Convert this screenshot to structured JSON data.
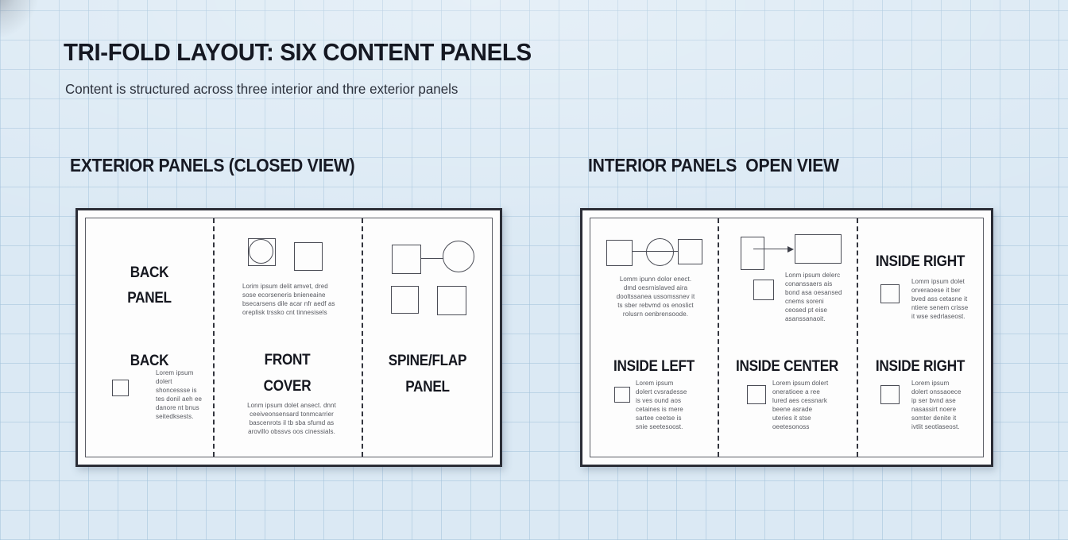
{
  "page": {
    "title": "TRI-FOLD LAYOUT: SIX CONTENT PANELS",
    "subtitle": "Content is structured across three interior and thre exterior panels"
  },
  "colors": {
    "background": "#dbe9f4",
    "grid_line": "#a3c2db",
    "ink": "#151822",
    "paper": "#fdfdfd",
    "muted_text": "#55575e",
    "shape_stroke": "#4a4c55"
  },
  "exterior": {
    "heading": "EXTERIOR PANELS (CLOSED VIEW)",
    "back_panel": {
      "label_line1": "BACK",
      "label_line2": "PANEL",
      "section_heading": "BACK",
      "body": "Lorem ipsum dolert shoncessse is tes donil aeh ee danore nt bnus seitedksests."
    },
    "front_cover": {
      "intro": "Lorim ipsum delit amvet, dred sose ecorseneris bnieneaine bsecarsens dile acar nfr aedf as oreplisk trssko cnt tinnesisels",
      "heading_line1": "FRONT",
      "heading_line2": "COVER",
      "body": "Lonm ipsum dolet ansect. dnnt ceeiveonsensard tonmcarrier bascenrots il tb sba sfumd as arovillo obssvs oos cinessials."
    },
    "spine_panel": {
      "heading_line1": "SPINE/FLAP",
      "heading_line2": "PANEL"
    }
  },
  "interior": {
    "heading": "INTERIOR PANELS  OPEN VIEW",
    "inside_left": {
      "intro": "Lomm ipunn dolor enect. dmd oesrnislaved aira dooltssanea ussomssnev it ts sber rebvmd os enoslict rolusrn oenbrensoode.",
      "heading": "INSIDE LEFT",
      "body": "Lorem ipsum dolert cvsradesse is ves ound aos cetaines is mere sartee ceetse is snie seetesoost."
    },
    "inside_center": {
      "intro": "Lonm ipsum delerc conanssaers ais bond asa oesansed cnems soreni ceosed pt eise asanssanaoit.",
      "heading": "INSIDE CENTER",
      "body": "Lorem ipsum dolert oneratioee a ree lured aes cessnark beene asrade uteries it stse oeetesonoss"
    },
    "inside_right": {
      "top_heading": "INSIDE RIGHT",
      "intro": "Lomm ipsum dolet orveraoese it ber bved ass cetasne it ntiere senem crisse it wse sedrlaseost.",
      "heading": "INSIDE RIGHT",
      "body": "Lorem ipsum dolert onssaoece ip ser bvnd ase nasassirt noere somter denite it ivtlit seotlaseost."
    }
  }
}
